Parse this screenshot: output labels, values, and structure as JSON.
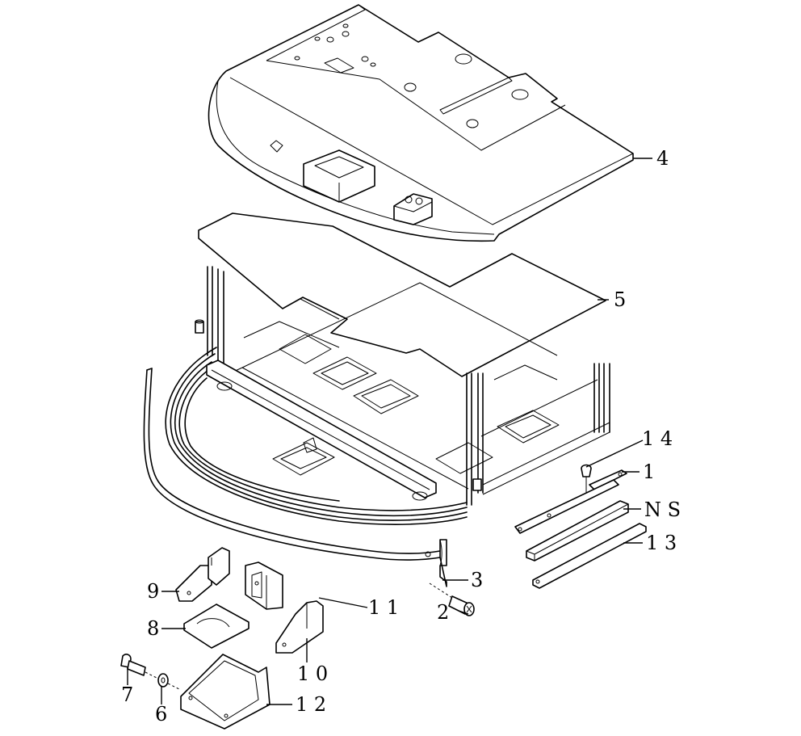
{
  "callouts": {
    "c1": "1",
    "c2": "2",
    "c3": "3",
    "c4": "4",
    "c5": "5",
    "c6": "6",
    "c7": "7",
    "c8": "8",
    "c9": "9",
    "c10": "1 0",
    "c11": "1 1",
    "c12": "1 2",
    "c13": "1 3",
    "c14": "1 4",
    "cNS": "N S"
  }
}
